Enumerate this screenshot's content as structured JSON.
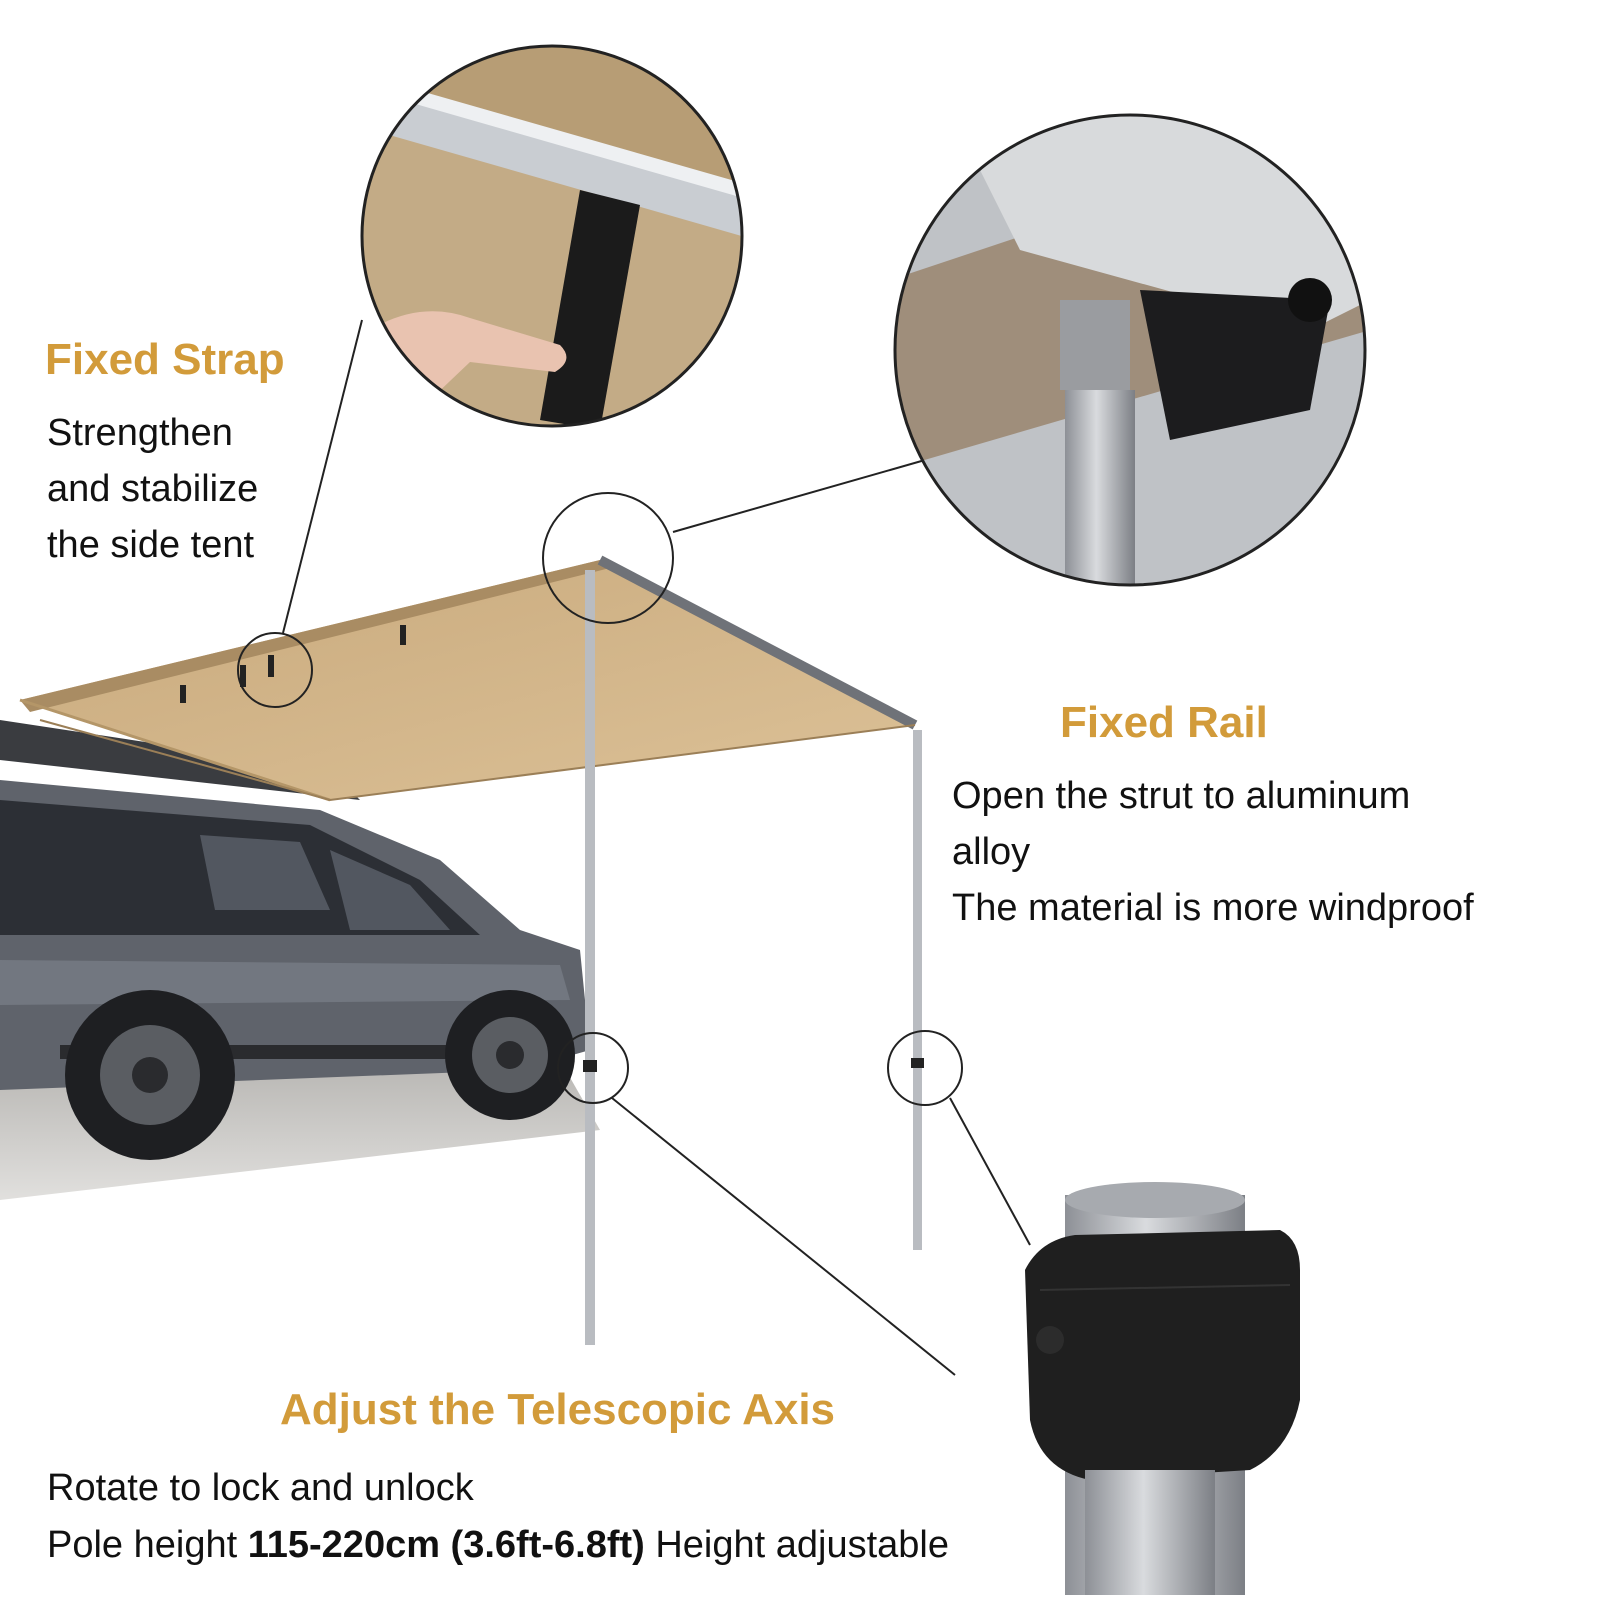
{
  "colors": {
    "heading": "#d29b3a",
    "body_text": "#111111",
    "canvas": "#d3b68c",
    "pole": "#c4c7cc",
    "vehicle": "#5f636b"
  },
  "fixed_strap": {
    "title": "Fixed Strap",
    "lines": [
      "Strengthen",
      "and stabilize",
      "the side tent"
    ]
  },
  "fixed_rail": {
    "title": "Fixed Rail",
    "lines": [
      "Open the strut to aluminum",
      "alloy",
      "The material is more windproof"
    ]
  },
  "telescopic_axis": {
    "title": "Adjust the Telescopic Axis",
    "line1": "Rotate to lock and unlock",
    "line2_prefix": "Pole height ",
    "line2_bold": "115-220cm (3.6ft-6.8ft)",
    "line2_suffix": " Height adjustable"
  }
}
